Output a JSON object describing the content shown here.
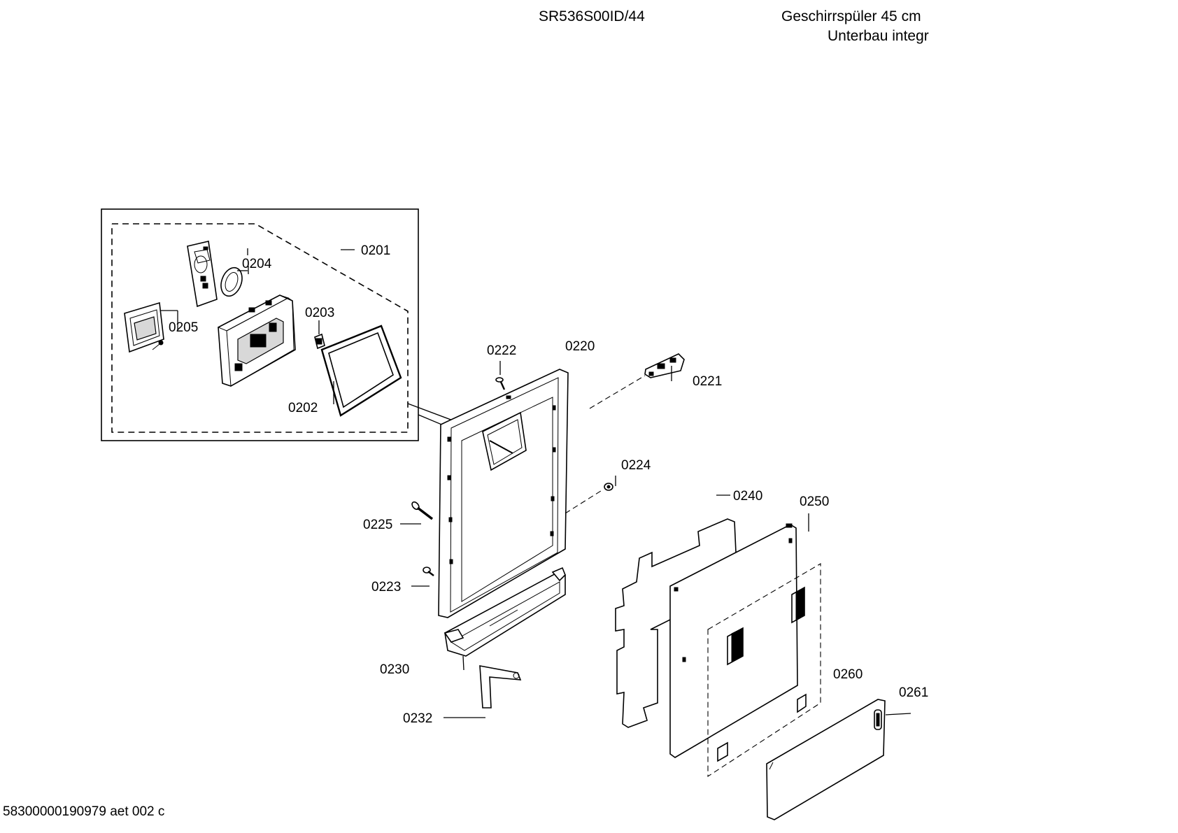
{
  "header": {
    "model": "SR536S00ID/44",
    "description_line1": "Geschirrspüler 45 cm",
    "description_line2": "Unterbau integr"
  },
  "footer": {
    "document_code": "58300000190979 aet 002 c"
  },
  "parts": [
    {
      "id": "0201",
      "label": "0201"
    },
    {
      "id": "0202",
      "label": "0202"
    },
    {
      "id": "0203",
      "label": "0203"
    },
    {
      "id": "0204",
      "label": "0204"
    },
    {
      "id": "0205",
      "label": "0205"
    },
    {
      "id": "0220",
      "label": "0220"
    },
    {
      "id": "0221",
      "label": "0221"
    },
    {
      "id": "0222",
      "label": "0222"
    },
    {
      "id": "0223",
      "label": "0223"
    },
    {
      "id": "0224",
      "label": "0224"
    },
    {
      "id": "0225",
      "label": "0225"
    },
    {
      "id": "0230",
      "label": "0230"
    },
    {
      "id": "0232",
      "label": "0232"
    },
    {
      "id": "0240",
      "label": "0240"
    },
    {
      "id": "0250",
      "label": "0250"
    },
    {
      "id": "0260",
      "label": "0260"
    },
    {
      "id": "0261",
      "label": "0261"
    }
  ]
}
